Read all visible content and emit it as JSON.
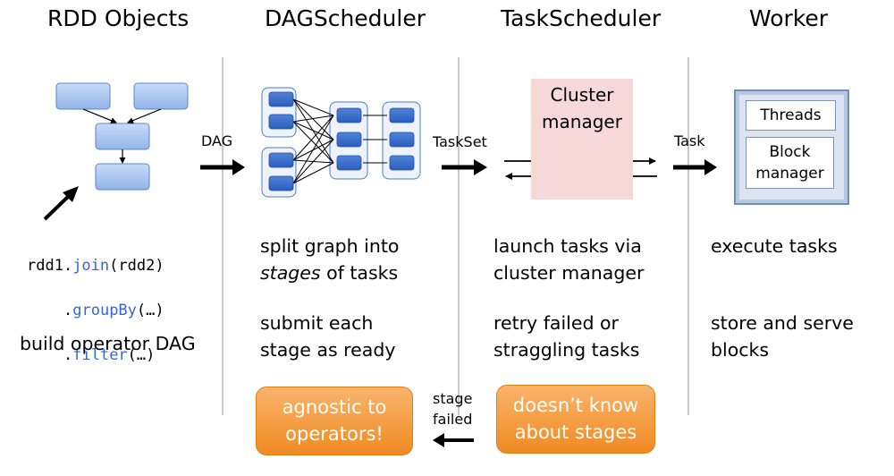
{
  "columns": {
    "rdd": {
      "title": "RDD Objects",
      "code": {
        "line1_prefix": "rdd1.",
        "line1_method": "join",
        "line1_args": "(rdd2)",
        "line2_dot": ".",
        "line2_method": "groupBy",
        "line2_args": "(…)",
        "line3_dot": ".",
        "line3_method": "filter",
        "line3_args": "(…)"
      },
      "caption": "build operator DAG"
    },
    "dag": {
      "title": "DAGScheduler",
      "arrow_label": "DAG",
      "desc1_line1": "split graph into",
      "desc1_line2_em": "stages",
      "desc1_line2_rest": " of tasks",
      "desc2_line1": "submit each",
      "desc2_line2": "stage as ready",
      "note_line1": "agnostic to",
      "note_line2": "operators!"
    },
    "task": {
      "title": "TaskScheduler",
      "arrow_label": "TaskSet",
      "cluster_line1": "Cluster",
      "cluster_line2": "manager",
      "desc1_line1": "launch tasks via",
      "desc1_line2": "cluster manager",
      "desc2_line1": "retry failed or",
      "desc2_line2": "straggling tasks",
      "note_line1": "doesn’t know",
      "note_line2": "about stages",
      "feedback_line1": "stage",
      "feedback_line2": "failed"
    },
    "worker": {
      "title": "Worker",
      "arrow_label": "Task",
      "threads_label": "Threads",
      "block_line1": "Block",
      "block_line2": "manager",
      "desc1_line1": "execute tasks",
      "desc2_line1": "store and serve",
      "desc2_line2": "blocks"
    }
  },
  "colors": {
    "node_fill": "#a8c4f0",
    "node_stroke": "#4f7ac8",
    "orange": "#f29a3a",
    "cluster_bg": "#f6d8d8",
    "keyword": "#3366dd"
  }
}
